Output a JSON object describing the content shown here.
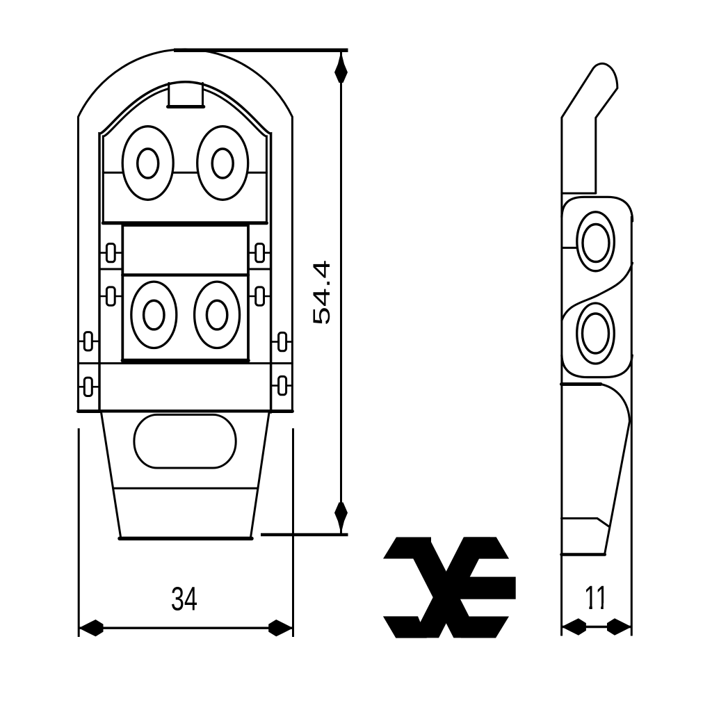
{
  "drawing": {
    "type": "technical line drawing of a latch",
    "background_color": "#ffffff",
    "line_color": "#000000",
    "text_color": "#000000",
    "views": {
      "front": "front view (arch-top latch body with rivet holes, hinge pins, bottom hook with slotted hole)",
      "side": "side profile view (bent lever handle, rolled pin lobes, base hook)"
    },
    "dimensions": {
      "height": {
        "label": "54.4",
        "orientation": "vertical"
      },
      "width": {
        "label": "34",
        "orientation": "horizontal"
      },
      "depth": {
        "label": "11",
        "orientation": "horizontal"
      }
    },
    "logo": {
      "name": "brand logo mark",
      "color": "#000000"
    }
  }
}
